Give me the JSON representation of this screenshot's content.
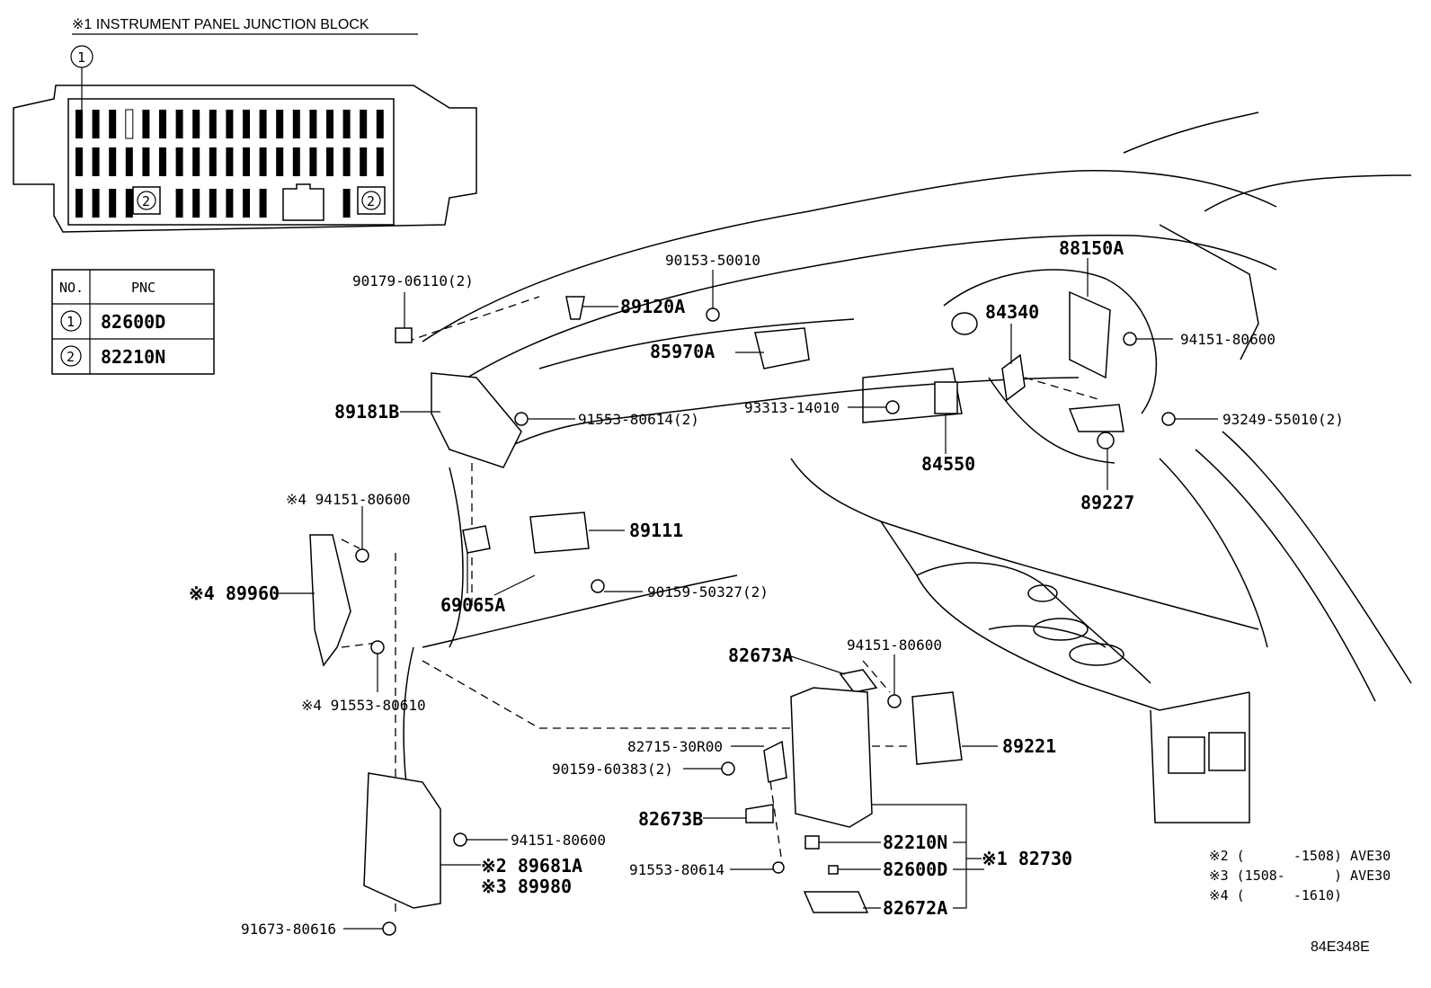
{
  "junction_block": {
    "title": "※1 INSTRUMENT PANEL JUNCTION BLOCK",
    "callout_1": "1",
    "callout_2": "2"
  },
  "pnc_table": {
    "col_no": "NO.",
    "col_pnc": "PNC",
    "rows": [
      {
        "no": "1",
        "pnc": "82600D"
      },
      {
        "no": "2",
        "pnc": "82210N"
      }
    ]
  },
  "labels": {
    "p90179": "90179-06110(2)",
    "p90153": "90153-50010",
    "p89120A": "89120A",
    "p85970A": "85970A",
    "p88150A": "88150A",
    "p84340": "84340",
    "p94151_right": "94151-80600",
    "p89181B": "89181B",
    "p91553_2": "91553-80614(2)",
    "p93313": "93313-14010",
    "p84550": "84550",
    "p93249": "93249-55010(2)",
    "p89227": "89227",
    "p94151_left": "※4 94151-80600",
    "p89960": "※4 89960",
    "p89111": "89111",
    "p69065A": "69065A",
    "p90159_2": "90159-50327(2)",
    "p91553_80610": "※4 91553-80610",
    "p82673A": "82673A",
    "p94151_mid": "94151-80600",
    "p82715": "82715-30R00",
    "p90159_603": "90159-60383(2)",
    "p82673B": "82673B",
    "p91553_80614": "91553-80614",
    "p94151_low": "94151-80600",
    "p89681A": "※2 89681A",
    "p89980": "※3 89980",
    "p91673": "91673-80616",
    "p89221": "89221",
    "p82210N": "82210N",
    "p82600D": "82600D",
    "p82672A": "82672A",
    "p82730": "※1 82730"
  },
  "notes": {
    "n2": "※2 (      -1508) AVE30",
    "n3": "※3 (1508-      ) AVE30",
    "n4": "※4 (      -1610)"
  },
  "figure_code": "84E348E"
}
